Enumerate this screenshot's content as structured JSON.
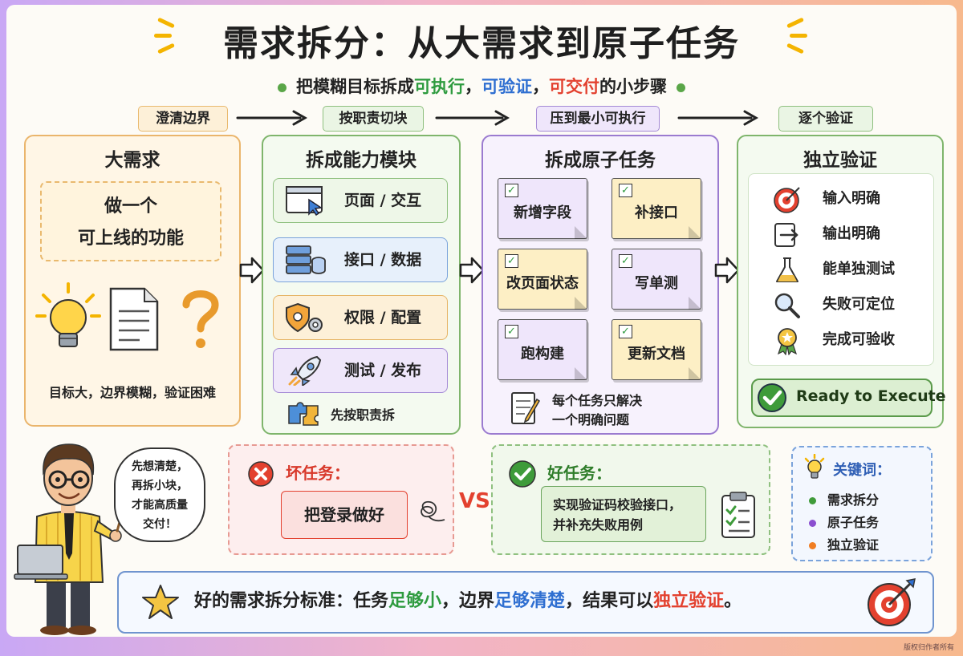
{
  "title": "需求拆分：从大需求到原子任务",
  "subtitle": {
    "prefix": "把模糊目标拆成",
    "k1": "可执行",
    "sep1": "，",
    "k2": "可验证",
    "sep2": "，",
    "k3": "可交付",
    "suffix": "的小步骤"
  },
  "steps": [
    "澄清边界",
    "按职责切块",
    "压到最小可执行",
    "逐个验证"
  ],
  "panel1": {
    "title": "大需求",
    "task_line1": "做一个",
    "task_line2": "可上线的功能",
    "caption": "目标大，边界模糊，验证困难"
  },
  "panel2": {
    "title": "拆成能力模块",
    "modules": [
      {
        "label": "页面 / 交互",
        "icon": "browser-cursor-icon"
      },
      {
        "label": "接口 / 数据",
        "icon": "database-icon"
      },
      {
        "label": "权限 / 配置",
        "icon": "shield-gear-icon"
      },
      {
        "label": "测试 / 发布",
        "icon": "rocket-icon"
      }
    ],
    "footer": "先按职责拆"
  },
  "panel3": {
    "title": "拆成原子任务",
    "tasks": [
      "新增字段",
      "补接口",
      "改页面状态",
      "写单测",
      "跑构建",
      "更新文档"
    ],
    "footer_line1": "每个任务只解决",
    "footer_line2": "一个明确问题"
  },
  "panel4": {
    "title": "独立验证",
    "criteria": [
      {
        "label": "输入明确",
        "icon": "target-icon"
      },
      {
        "label": "输出明确",
        "icon": "output-arrow-icon"
      },
      {
        "label": "能单独测试",
        "icon": "flask-icon"
      },
      {
        "label": "失败可定位",
        "icon": "magnifier-icon"
      },
      {
        "label": "完成可验收",
        "icon": "medal-icon"
      }
    ],
    "ready": "Ready to Execute"
  },
  "speech": {
    "line1": "先想清楚，",
    "line2": "再拆小块，",
    "line3": "才能高质量",
    "line4": "交付！"
  },
  "bad": {
    "label": "坏任务：",
    "example": "把登录做好"
  },
  "vs": "VS",
  "good": {
    "label": "好任务：",
    "line1": "实现验证码校验接口，",
    "line2": "并补充失败用例"
  },
  "keywords": {
    "title": "关键词：",
    "items": [
      {
        "label": "需求拆分",
        "color": "#3f9b3a"
      },
      {
        "label": "原子任务",
        "color": "#8b4fd0"
      },
      {
        "label": "独立验证",
        "color": "#f07d22"
      }
    ]
  },
  "bottom": {
    "p1": "好的需求拆分标准：任务",
    "k1": "足够小",
    "p2": "，边界",
    "k2": "足够清楚",
    "p3": "，结果可以",
    "k3": "独立验证",
    "p4": "。"
  },
  "watermark": "版权归作者所有",
  "colors": {
    "orange": "#e9a94a",
    "green": "#6aa55c",
    "purple": "#9b7bd0",
    "blue": "#7aa3db",
    "red": "#e3412f"
  }
}
